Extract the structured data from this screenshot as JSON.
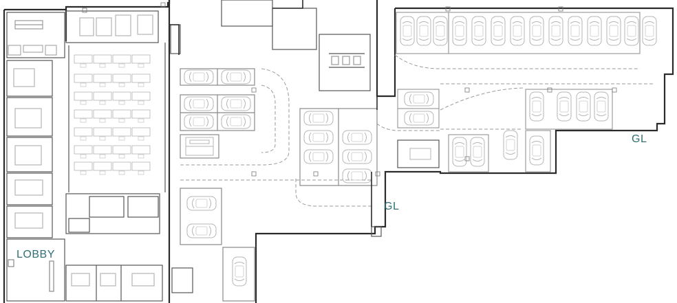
{
  "labels": {
    "lobby": "LOBBY",
    "gl_lower": "GL",
    "gl_upper": "GL"
  },
  "colors": {
    "wall": "#2a2a2a",
    "thin": "#8c8c8c",
    "furniture": "#b4b4b4",
    "dash": "#9a9a9a",
    "label": "#2f6f73"
  }
}
